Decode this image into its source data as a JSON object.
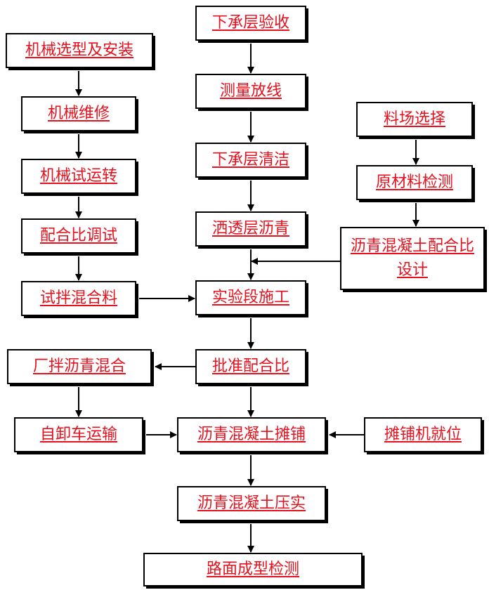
{
  "nodes": {
    "underlying_acceptance": "下承层验收",
    "surveying": "测量放线",
    "underlying_cleaning": "下承层清洁",
    "prime_coat": "洒透层沥青",
    "trial_section": "实验段施工",
    "approve_mix": "批准配合比",
    "asphalt_paving": "沥青混凝土摊铺",
    "asphalt_compaction": "沥青混凝土压实",
    "surface_inspection": "路面成型检测",
    "machine_selection": "机械选型及安装",
    "machine_maintenance": "机械维修",
    "machine_trial_run": "机械试运转",
    "mix_tuning": "配合比调试",
    "trial_mixing": "试拌混合料",
    "plant_mixing": "厂拌沥青混合",
    "truck_transport": "自卸车运输",
    "paver_positioning": "摊铺机就位",
    "yard_selection": "料场选择",
    "material_testing": "原材料检测",
    "mix_design": "沥青混凝土配合比设计"
  },
  "colors": {
    "text": "#e8101c",
    "border": "#000000",
    "arrow": "#000000"
  }
}
